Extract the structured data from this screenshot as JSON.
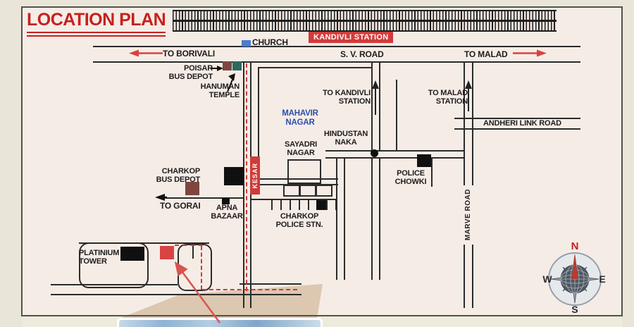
{
  "title": "LOCATION PLAN",
  "station": {
    "kandivli_badge": "KANDIVLI STATION"
  },
  "landmarks": {
    "church": "CHURCH",
    "poisar_bus_depot": "POISAR\nBUS DEPOT",
    "hanuman_temple": "HANUMAN\nTEMPLE",
    "mahavir_nagar": "MAHAVIR\nNAGAR",
    "hindustan_naka": "HINDUSTAN\nNAKA",
    "sayadri_nagar": "SAYADRI\nNAGAR",
    "police_chowki": "POLICE\nCHOWKI",
    "charkop_bus_depot": "CHARKOP\nBUS DEPOT",
    "apna_bazaar": "APNA\nBAZAAR",
    "charkop_police_stn": "CHARKOP\nPOLICE STN.",
    "platinium_tower": "PLATINIUM\nTOWER"
  },
  "roads": {
    "sv_road": "S. V. ROAD",
    "to_borivali": "TO BORIVALI",
    "to_malad": "TO MALAD",
    "to_kandivli_station": "TO KANDIVLI\nSTATION",
    "to_malad_station": "TO MALAD\nSTATION",
    "andheri_link_road": "ANDHERI LINK ROAD",
    "marve_road": "MARVE ROAD",
    "kesar": "KESAR",
    "to_gorai": "TO GORAI"
  },
  "compass": {
    "north": "N",
    "south": "S",
    "east": "E",
    "west": "W"
  },
  "colors": {
    "accent_red": "#cf3b38",
    "title_red": "#c5211e",
    "badge_bg": "#d23b3b",
    "church_blue": "#4a7cd0",
    "mahavir_blue": "#2a4fae",
    "depot_brown": "#7e463f",
    "temple_teal": "#2c6a5e",
    "site_red": "#d84343",
    "map_bg": "#f6ece6",
    "outer_bg": "#e9e5d9",
    "road_black": "#2b2b2b",
    "cone_tan": "#d9c3ab"
  }
}
